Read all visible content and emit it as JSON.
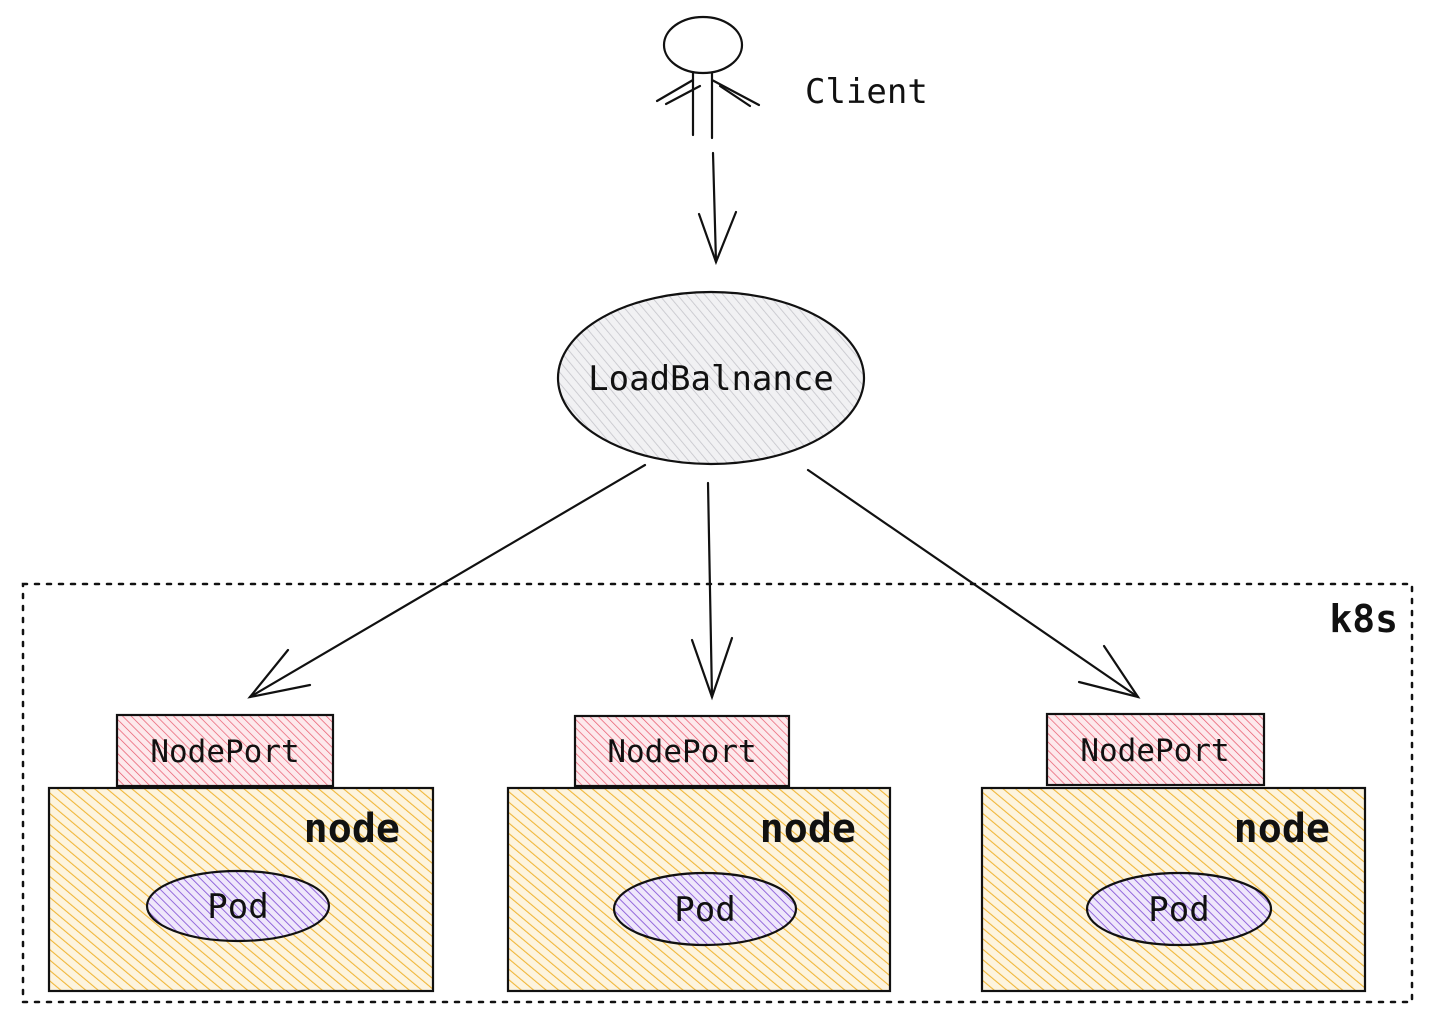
{
  "client": {
    "label": "Client"
  },
  "load_balancer": {
    "label": "LoadBalnance"
  },
  "cluster": {
    "label": "k8s"
  },
  "nodes": [
    {
      "node_label": "node",
      "port_label": "NodePort",
      "pod_label": "Pod"
    },
    {
      "node_label": "node",
      "port_label": "NodePort",
      "pod_label": "Pod"
    },
    {
      "node_label": "node",
      "port_label": "NodePort",
      "pod_label": "Pod"
    }
  ],
  "colors": {
    "stroke": "#111111",
    "load_balancer_fill": "#d8d8dc",
    "nodeport_fill": "#e8566a",
    "node_fill": "#f0b73a",
    "pod_fill": "#8a5bd8"
  }
}
